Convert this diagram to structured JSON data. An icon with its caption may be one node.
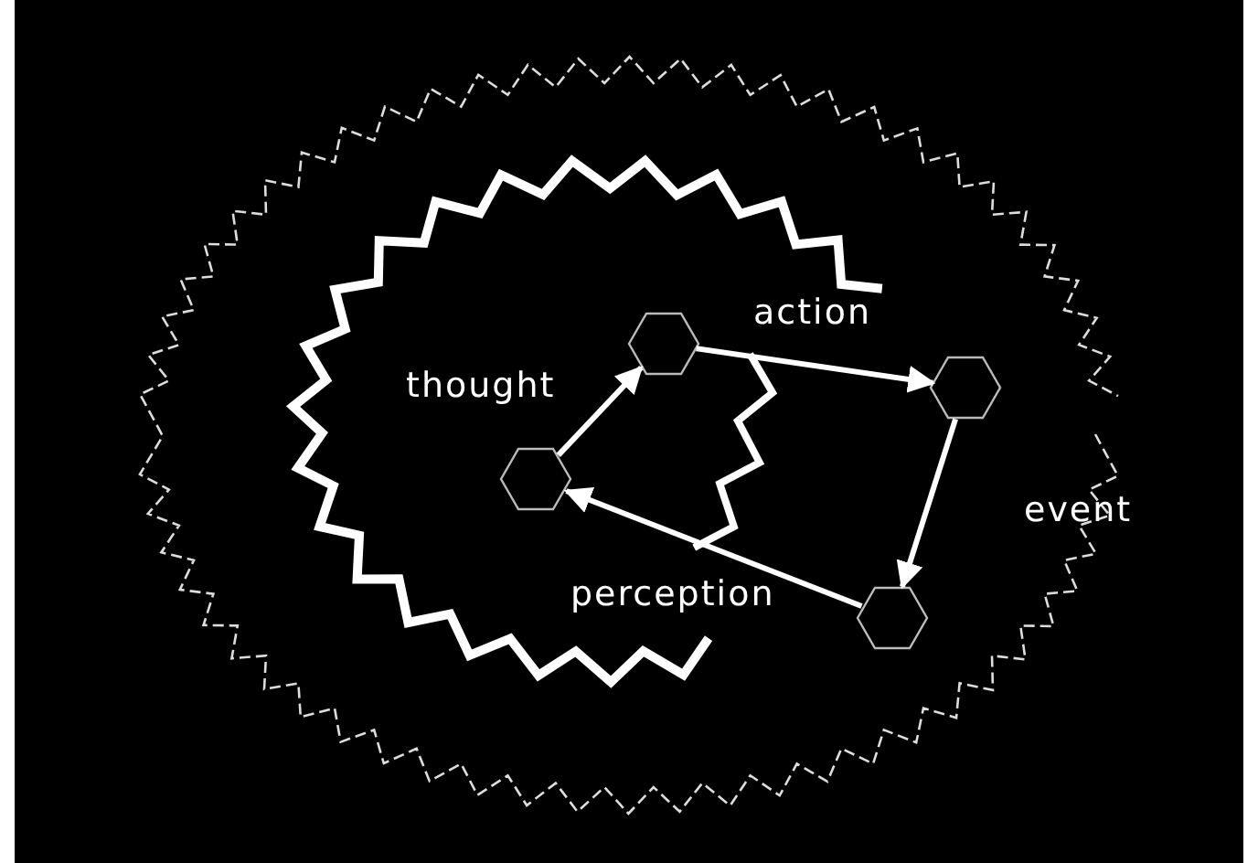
{
  "diagram": {
    "nodes": [
      {
        "text": [],
        "shape": "hexagon"
      },
      {
        "text": [],
        "shape": "hexagon"
      },
      {
        "text": [],
        "shape": "hexagon"
      },
      {
        "text": [],
        "shape": "hexagon"
      }
    ],
    "edges": [
      {
        "from": 0,
        "to": 1,
        "arrow": "to"
      },
      {
        "from": 1,
        "to": 2,
        "arrow": "to"
      },
      {
        "from": 2,
        "to": 3,
        "arrow": "to"
      },
      {
        "from": 3,
        "to": 0,
        "arrow": "to"
      }
    ],
    "labels": [
      "thought",
      "action",
      "event",
      "perception"
    ]
  }
}
